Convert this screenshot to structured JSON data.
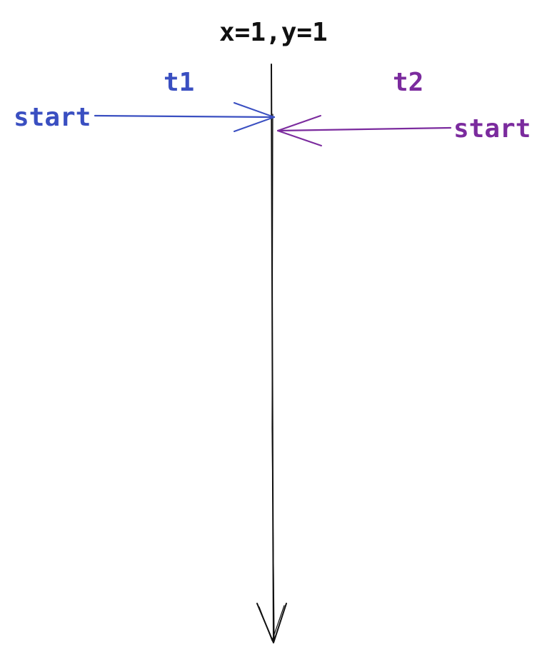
{
  "header": {
    "text": "x=1,y=1"
  },
  "threads": [
    {
      "name": "t1",
      "start_label": "start",
      "color": "#3a4fc1"
    },
    {
      "name": "t2",
      "start_label": "start",
      "color": "#7b2b9e"
    }
  ],
  "colors": {
    "main_line": "#111111",
    "background": "#ffffff"
  }
}
